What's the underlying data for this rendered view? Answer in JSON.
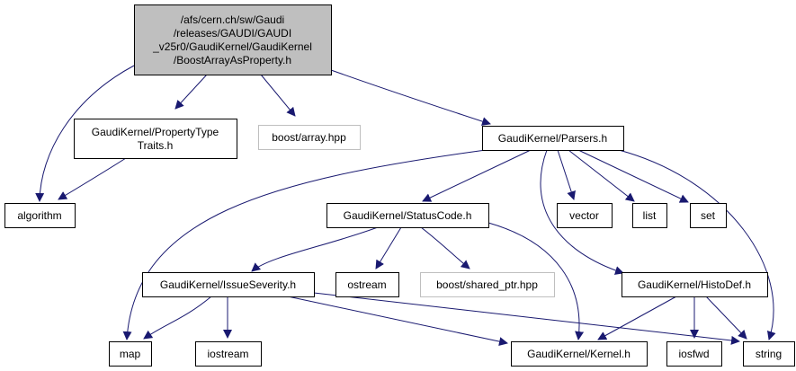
{
  "title": "Include dependency graph for BoostArrayAsProperty.h",
  "colors": {
    "edge": "#191970",
    "root_fill": "#bfbfbf",
    "node_border": "#000000",
    "external_border": "#bfbfbf",
    "background": "#ffffff"
  },
  "nodes": [
    {
      "id": "root",
      "lines": [
        "/afs/cern.ch/sw/Gaudi",
        "/releases/GAUDI/GAUDI",
        "_v25r0/GaudiKernel/GaudiKernel",
        "/BoostArrayAsProperty.h"
      ],
      "style": "root"
    },
    {
      "id": "proptraits",
      "lines": [
        "GaudiKernel/PropertyType",
        "Traits.h"
      ],
      "style": "normal"
    },
    {
      "id": "boostarray",
      "lines": [
        "boost/array.hpp"
      ],
      "style": "external"
    },
    {
      "id": "parsers",
      "lines": [
        "GaudiKernel/Parsers.h"
      ],
      "style": "normal"
    },
    {
      "id": "algorithm",
      "lines": [
        "algorithm"
      ],
      "style": "normal"
    },
    {
      "id": "statuscode",
      "lines": [
        "GaudiKernel/StatusCode.h"
      ],
      "style": "normal"
    },
    {
      "id": "vector",
      "lines": [
        "vector"
      ],
      "style": "normal"
    },
    {
      "id": "list",
      "lines": [
        "list"
      ],
      "style": "normal"
    },
    {
      "id": "set",
      "lines": [
        "set"
      ],
      "style": "normal"
    },
    {
      "id": "issueseverity",
      "lines": [
        "GaudiKernel/IssueSeverity.h"
      ],
      "style": "normal"
    },
    {
      "id": "ostream",
      "lines": [
        "ostream"
      ],
      "style": "normal"
    },
    {
      "id": "sharedptr",
      "lines": [
        "boost/shared_ptr.hpp"
      ],
      "style": "external"
    },
    {
      "id": "histodef",
      "lines": [
        "GaudiKernel/HistoDef.h"
      ],
      "style": "normal"
    },
    {
      "id": "map",
      "lines": [
        "map"
      ],
      "style": "normal"
    },
    {
      "id": "iostream",
      "lines": [
        "iostream"
      ],
      "style": "normal"
    },
    {
      "id": "kernel",
      "lines": [
        "GaudiKernel/Kernel.h"
      ],
      "style": "normal"
    },
    {
      "id": "iosfwd",
      "lines": [
        "iosfwd"
      ],
      "style": "normal"
    },
    {
      "id": "string",
      "lines": [
        "string"
      ],
      "style": "normal"
    }
  ],
  "edges": [
    [
      "root",
      "algorithm"
    ],
    [
      "root",
      "proptraits"
    ],
    [
      "root",
      "boostarray"
    ],
    [
      "root",
      "parsers"
    ],
    [
      "proptraits",
      "algorithm"
    ],
    [
      "parsers",
      "map"
    ],
    [
      "parsers",
      "statuscode"
    ],
    [
      "parsers",
      "vector"
    ],
    [
      "parsers",
      "list"
    ],
    [
      "parsers",
      "set"
    ],
    [
      "parsers",
      "histodef"
    ],
    [
      "parsers",
      "string"
    ],
    [
      "statuscode",
      "issueseverity"
    ],
    [
      "statuscode",
      "ostream"
    ],
    [
      "statuscode",
      "sharedptr"
    ],
    [
      "statuscode",
      "kernel"
    ],
    [
      "issueseverity",
      "map"
    ],
    [
      "issueseverity",
      "iostream"
    ],
    [
      "issueseverity",
      "kernel"
    ],
    [
      "issueseverity",
      "string"
    ],
    [
      "histodef",
      "kernel"
    ],
    [
      "histodef",
      "iosfwd"
    ],
    [
      "histodef",
      "string"
    ]
  ]
}
